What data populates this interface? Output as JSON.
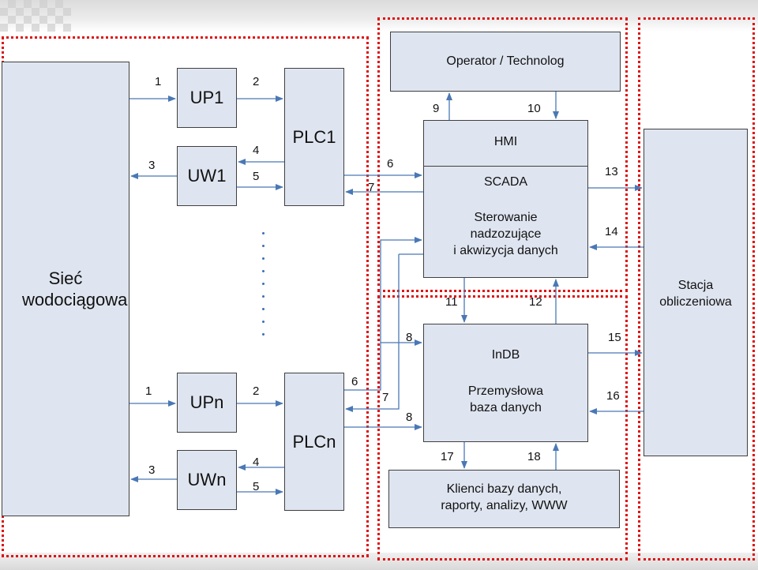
{
  "boxes": {
    "siec": "Sieć wodociągowa",
    "up1": "UP1",
    "uw1": "UW1",
    "upn": "UPn",
    "uwn": "UWn",
    "plc1": "PLC1",
    "plcn": "PLCn",
    "operator": "Operator / Technolog",
    "hmi": "HMI",
    "scada_title": "SCADA",
    "scada_line1": "Sterowanie",
    "scada_line2": "nadzozujące",
    "scada_line3": "i akwizycja danych",
    "indb_title": "InDB",
    "indb_line1": "Przemysłowa",
    "indb_line2": "baza danych",
    "klienci_line1": "Klienci bazy danych,",
    "klienci_line2": "raporty, analizy, WWW",
    "stacja_line1": "Stacja",
    "stacja_line2": "obliczeniowa"
  },
  "labels": {
    "l1a": "1",
    "l2a": "2",
    "l3a": "3",
    "l4a": "4",
    "l5a": "5",
    "l6a": "6",
    "l7a": "7",
    "l1b": "1",
    "l2b": "2",
    "l3b": "3",
    "l4b": "4",
    "l5b": "5",
    "l6b": "6",
    "l7b": "7",
    "l8a": "8",
    "l8b": "8",
    "l9": "9",
    "l10": "10",
    "l11": "11",
    "l12": "12",
    "l13": "13",
    "l14": "14",
    "l15": "15",
    "l16": "16",
    "l17": "17",
    "l18": "18"
  },
  "colors": {
    "arrow": "#4a78b5",
    "box_fill": "#dfe5f0",
    "dashed_border": "#e01010"
  }
}
